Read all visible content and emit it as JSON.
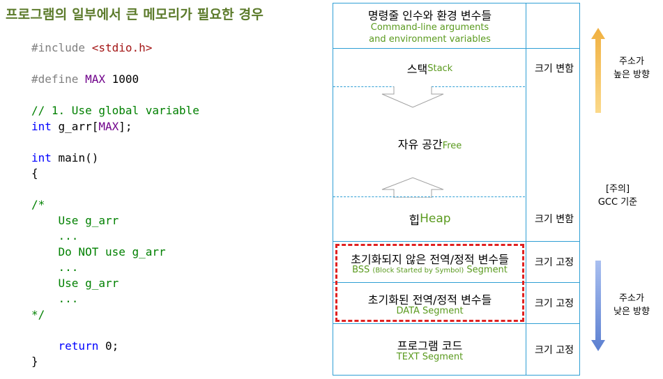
{
  "title": "프로그램의 일부에서 큰 메모리가 필요한 경우",
  "code": {
    "l1_pp": "#include ",
    "l1_str": "<stdio.h>",
    "l2_pp": "#define ",
    "l2_mac": "MAX",
    "l2_rest": " 1000",
    "l3_cm": "// 1. Use global variable",
    "l4_kw": "int",
    "l4_a": " g_arr[",
    "l4_mac": "MAX",
    "l4_b": "];",
    "l5_kw": "int",
    "l5_rest": " main()",
    "l6": "{",
    "l7": "/*",
    "l8": "    Use g_arr",
    "l9": "    ...",
    "l10": "    Do NOT use g_arr",
    "l11": "    ...",
    "l12": "    Use g_arr",
    "l13": "    ...",
    "l14": "*/",
    "l15_ind": "    ",
    "l15_kw": "return",
    "l15_rest": " 0;",
    "l16": "}"
  },
  "memory": {
    "args_ko": "명령줄 인수와 환경 변수들",
    "args_en1": "Command-line arguments",
    "args_en2": "and environment variables",
    "stack_ko": "스택",
    "stack_en": "Stack",
    "stack_size": "크기 변함",
    "free_ko": "자유 공간",
    "free_en": "Free",
    "heap_ko": "힙",
    "heap_en": "Heap",
    "heap_size": "크기 변함",
    "bss_ko": "초기화되지 않은 전역/정적 변수들",
    "bss_en1": "BSS ",
    "bss_en2": "(Block Started by Symbol)",
    "bss_en3": " Segment",
    "bss_size": "크기 고정",
    "data_ko": "초기화된 전역/정적 변수들",
    "data_en": "DATA Segment",
    "data_size": "크기 고정",
    "text_ko": "프로그램 코드",
    "text_en": "TEXT Segment",
    "text_size": "크기 고정"
  },
  "side": {
    "high1": "주소가",
    "high2": "높은 방향",
    "note1": "[주의]",
    "note2": "GCC 기준",
    "low1": "주소가",
    "low2": "낮은 방향"
  },
  "colors": {
    "title": "#5b7a2a",
    "border": "#2e9ed4",
    "highlight": "#e02020",
    "arrow_up": "#f5c15a",
    "arrow_down": "#6f8fd6"
  }
}
